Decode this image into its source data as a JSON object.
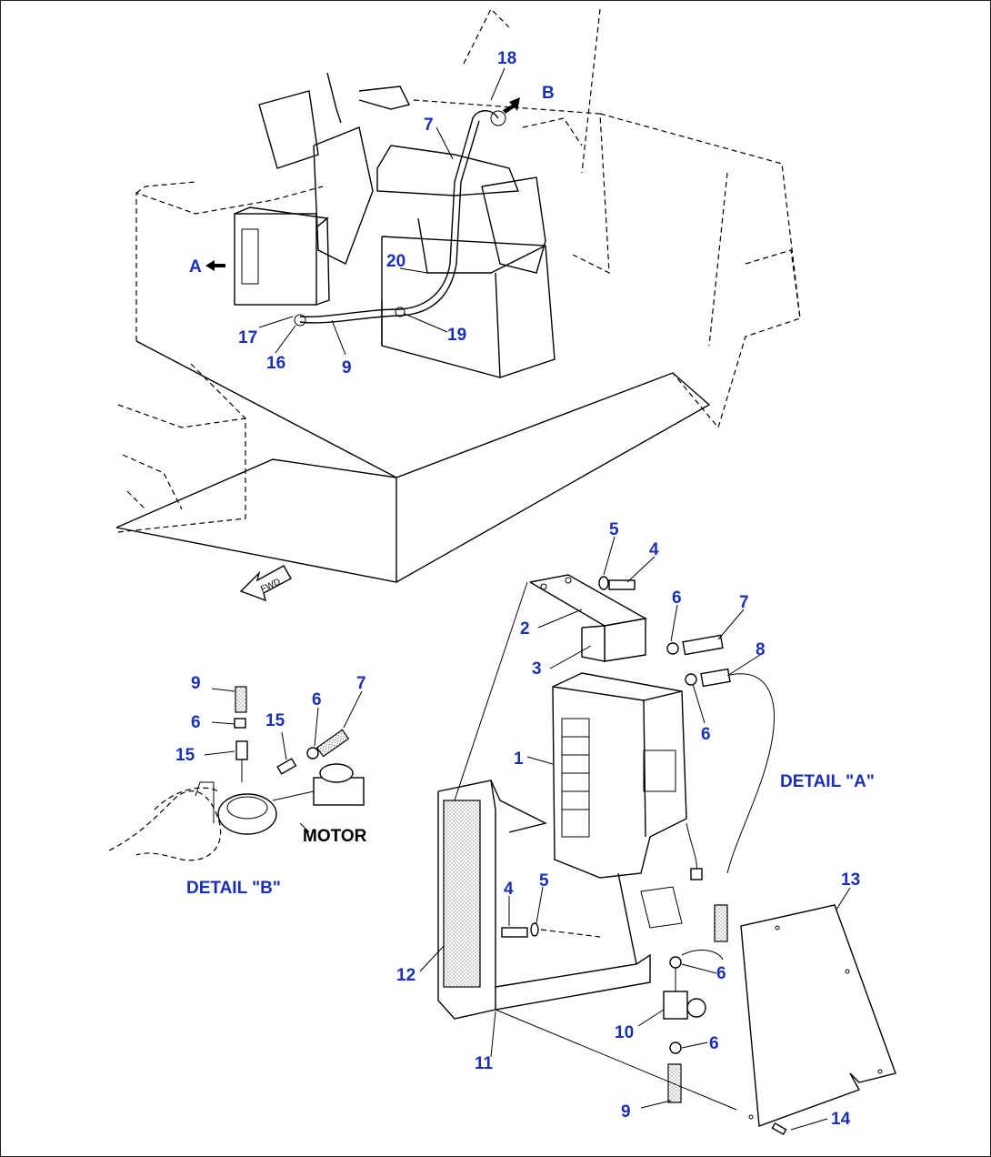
{
  "labels": {
    "top": {
      "n18": "18",
      "b": "B",
      "n7": "7",
      "a": "A",
      "n20": "20",
      "n17": "17",
      "n16": "16",
      "n9": "9",
      "n19": "19"
    },
    "detail_a_parts": {
      "n5a": "5",
      "n4a": "4",
      "n6a": "6",
      "n7": "7",
      "n2": "2",
      "n8": "8",
      "n3": "3",
      "n6b": "6",
      "n1": "1",
      "n4b": "4",
      "n5b": "5",
      "n13": "13",
      "n12": "12",
      "n6c": "6",
      "n10": "10",
      "n6d": "6",
      "n11": "11",
      "n9": "9",
      "n14": "14"
    },
    "detail_b_parts": {
      "n9": "9",
      "n6a": "6",
      "n15a": "15",
      "n6b": "6",
      "n7": "7",
      "n15b": "15"
    }
  },
  "captions": {
    "detail_a": "DETAIL \"A\"",
    "detail_b": "DETAIL \"B\"",
    "motor": "MOTOR",
    "fwd": "FWD"
  },
  "colors": {
    "label": "#1a2fb8",
    "line": "#000000"
  }
}
